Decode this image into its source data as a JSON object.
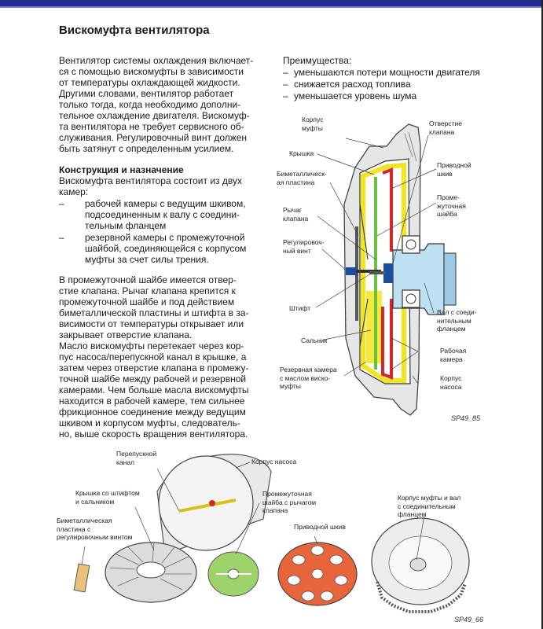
{
  "title": "Вискомуфта вентилятора",
  "intro": [
    "Вентилятор системы охлаждения включает-",
    "ся с помощью вискомуфты в зависимости",
    "от температуры охлаждающей жидкости.",
    "Другими словами, вентилятор работает",
    "только тогда, когда необходимо дополни-",
    "тельное охлаждение двигателя. Вискомуф-",
    "та вентилятора не требует сервисного об-",
    "служивания. Регулировочный винт должен",
    "быть затянут с определенным усилием."
  ],
  "construction": {
    "heading": "Конструкция и назначение",
    "lead": [
      "Вискомуфта вентилятора состоит из двух",
      "камер:"
    ],
    "dash": "–",
    "items": [
      [
        "рабочей камеры с ведущим шкивом,",
        "подсоединенным к валу с соедини-",
        "тельным фланцем"
      ],
      [
        "резервной камеры с промежуточной",
        "шайбой, соединяющейся с корпусом",
        "муфты за счет силы трения."
      ]
    ]
  },
  "body": [
    "В промежуточной шайбе имеется отвер-",
    "стие клапана. Рычаг клапана крепится к",
    "промежуточной шайбе и под действием",
    "биметаллической пластины и штифта в за-",
    "висимости от температуры открывает или",
    "закрывает отверстие клапана.",
    "Масло вискомуфты перетекает через кор-",
    "пус насоса/перепускной канал в крышке, а",
    "затем через отверстие клапана в промежу-",
    "точной шайбе между рабочей и резервной",
    "камерами. Чем больше масла вискомуфты",
    "находится в рабочей камере, тем сильнее",
    "фрикционное соединение между ведущим",
    "шкивом и корпусом муфты, следователь-",
    "но, выше скорость вращения вентилятора."
  ],
  "advantages": {
    "heading": "Преимущества:",
    "dash": "–",
    "items": [
      "уменьшаются потери мощности двигателя",
      "снижается расход топлива",
      "уменьшается уровень шума"
    ]
  },
  "diagram1": {
    "labels": {
      "korpus_mufty": [
        "Корпус",
        "муфты"
      ],
      "kryshka": [
        "Крышка"
      ],
      "bimetal": [
        "Биметаллическ-",
        "ая пластина"
      ],
      "rychag": [
        "Рычаг",
        "клапана"
      ],
      "reg_vint": [
        "Регулировоч-",
        "ный винт"
      ],
      "shtift": [
        "Штифт"
      ],
      "salnik": [
        "Сальник"
      ],
      "rezerv": [
        "Резервная камера",
        "с маслом виско-",
        "муфты"
      ],
      "otverstie": [
        "Отверстие",
        "клапана"
      ],
      "privod": [
        "Приводной",
        "шкив"
      ],
      "promezh": [
        "Проме-",
        "жуточная",
        "шайба"
      ],
      "val": [
        "Вал с соеди-",
        "нительным",
        "фланцем"
      ],
      "rabochaya": [
        "Рабочая",
        "камера"
      ],
      "korpus_nasosa": [
        "Корпус",
        "насоса"
      ]
    },
    "code": "SP49_85"
  },
  "diagram2": {
    "labels": {
      "perepusk": [
        "Перепускной",
        "канал"
      ],
      "korpus_nasosa": [
        "Корпус насоса"
      ],
      "kryshka": [
        "Крышка со штифтом",
        "и сальником"
      ],
      "bimetal": [
        "Биметаллическая",
        "пластина с",
        "регулировочным винтом"
      ],
      "promezh": [
        "Промежуточная",
        "шайба с рычагом",
        "клапана"
      ],
      "privod": [
        "Приводной шкив"
      ],
      "korpus_val": [
        "Корпус муфты и вал",
        "с соединительным",
        "фланцем"
      ]
    },
    "code": "SP49_66"
  },
  "colors": {
    "frame": "#1f2a8c",
    "red": "#d8252b",
    "yellow": "#f2e51e",
    "blue": "#1c4d9c",
    "light_blue": "#bfe0f2",
    "green": "#9ed36b",
    "orange": "#e8643b"
  }
}
